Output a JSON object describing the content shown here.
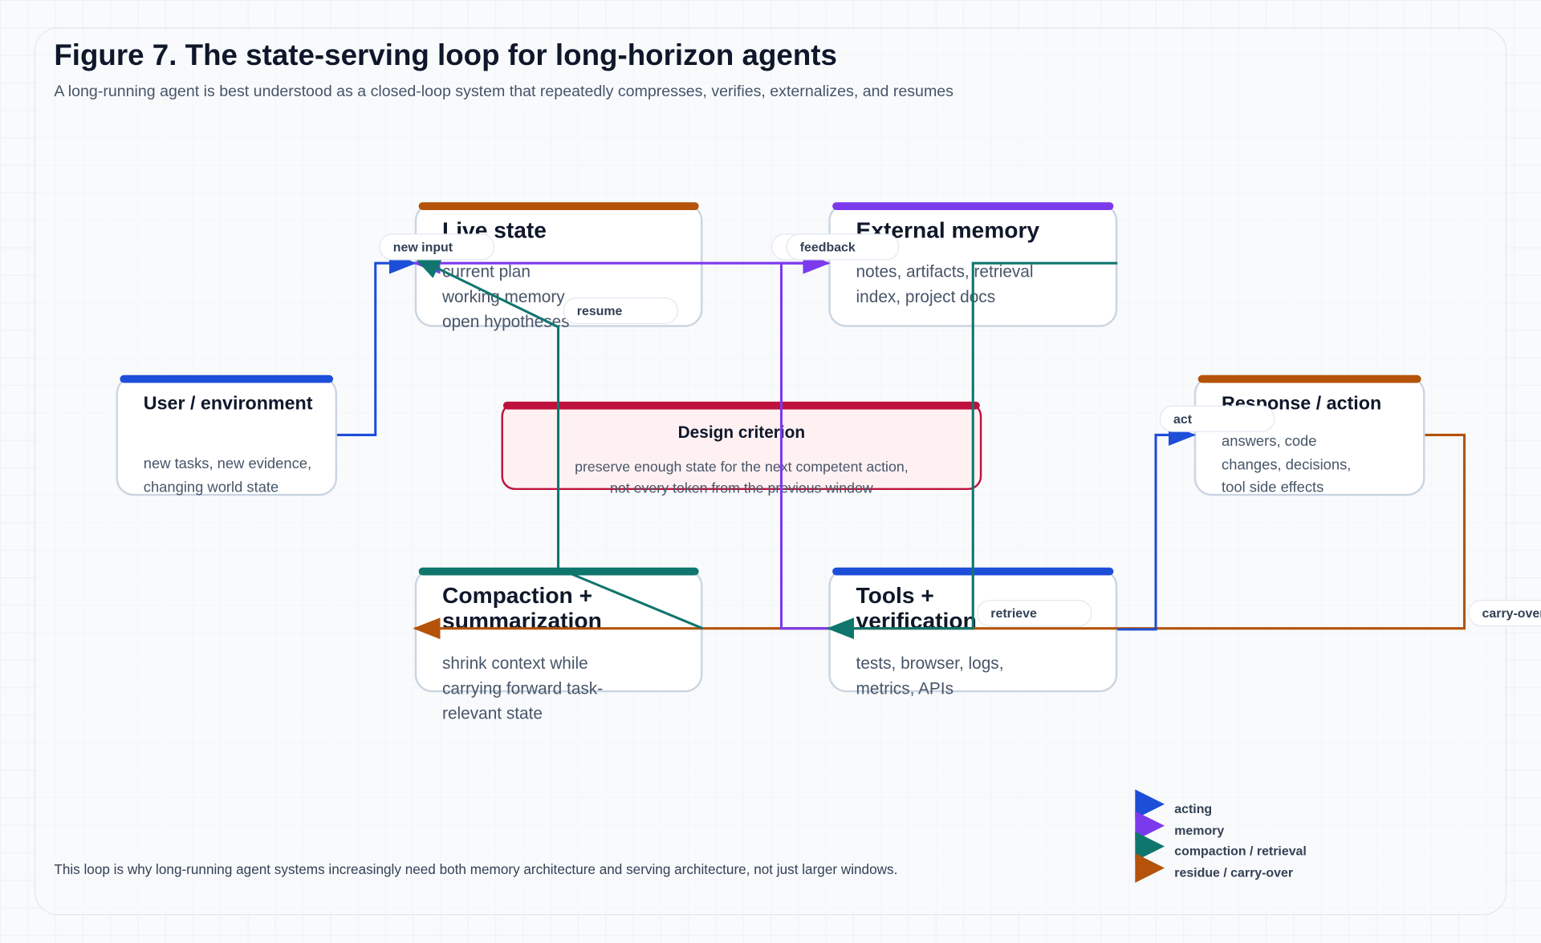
{
  "title": "Figure 7. The state-serving loop for long-horizon agents",
  "subtitle": "A long-running agent is best understood as a closed-loop system that repeatedly compresses, verifies, externalizes, and resumes",
  "footer": "This loop is why long-running agent systems increasingly need both memory architecture and serving architecture, not just larger windows.",
  "colors": {
    "acting": "#1d4ed8",
    "memory": "#7c3aed",
    "compaction": "#0f766e",
    "residue": "#b45309",
    "criterion": "#be123c"
  },
  "nodes": {
    "user": {
      "title": "User / environment",
      "body": "new tasks, new evidence, changing world state"
    },
    "live": {
      "title": "Live state",
      "body": "current plan working memory open hypotheses"
    },
    "memory": {
      "title": "External memory",
      "body": "notes, artifacts, retrieval index, project docs"
    },
    "response": {
      "title": "Response / action",
      "body": "answers, code changes, decisions, tool side effects"
    },
    "compaction": {
      "title": "Compaction + summarization",
      "body": "shrink context while carrying forward task-relevant state"
    },
    "tools": {
      "title": "Tools + verification",
      "body": "tests, browser, logs, metrics, APIs"
    }
  },
  "criterion": {
    "title": "Design criterion",
    "body": "preserve enough state for the next competent action, not every token from the previous window"
  },
  "edge_labels": {
    "new_input": "new input",
    "feedback": "feedback",
    "resume": "resume",
    "retrieve": "retrieve",
    "act": "act",
    "carry_over": "carry-over"
  },
  "legend": [
    {
      "label": "acting",
      "color": "#1d4ed8"
    },
    {
      "label": "memory",
      "color": "#7c3aed"
    },
    {
      "label": "compaction / retrieval",
      "color": "#0f766e"
    },
    {
      "label": "residue / carry-over",
      "color": "#b45309"
    }
  ]
}
